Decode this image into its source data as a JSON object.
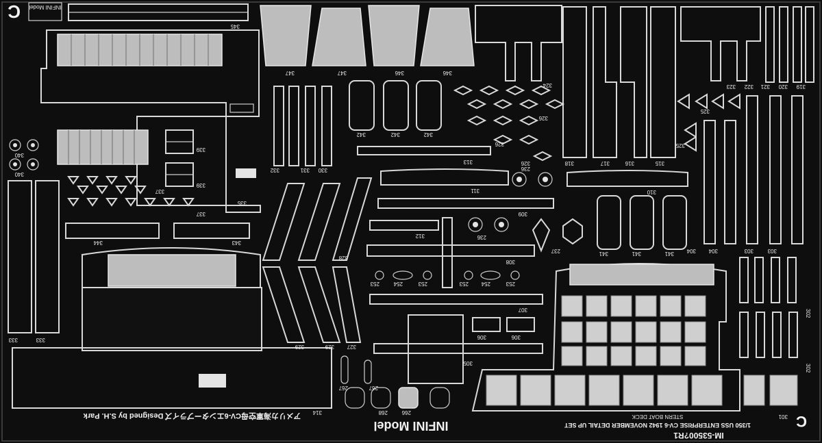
{
  "brand_mark": "C",
  "brand_logo_text": "INFINI Model",
  "designer_credit": "Designed by S.H. Park",
  "japanese_title": "アメリカ海軍空母CV-6エンタープライズ",
  "maker_name": "INFINI Model",
  "product_code": "IM-53500?R1",
  "product_title": "1/350 USS ENTERPRISE CV-6 1942 NOVEMBER DETAIL UP SET",
  "stern_label": "STERN BOAT DECK",
  "part_numbers": {
    "p345": "345",
    "p347a": "347",
    "p347b": "347",
    "p346a": "346",
    "p346b": "346",
    "p340a": "340",
    "p340b": "340",
    "p339a": "339",
    "p339b": "339",
    "p337a": "337",
    "p337b": "337",
    "p335": "335",
    "p344": "344",
    "p343": "343",
    "p333a": "333",
    "p333b": "333",
    "p332": "332",
    "p331": "331",
    "p330": "330",
    "p342a": "342",
    "p342b": "342",
    "p342c": "342",
    "p326a": "326",
    "p326b": "326",
    "p326c": "326",
    "p313": "313",
    "p236a": "236",
    "p236b": "236",
    "p311": "311",
    "p309": "309",
    "p312": "312",
    "p328": "328",
    "p308": "308",
    "p237": "237",
    "p253a": "253",
    "p254a": "254",
    "p253b": "253",
    "p253c": "253",
    "p254b": "254",
    "p253d": "253",
    "p307": "307",
    "p306a": "306",
    "p306b": "306",
    "p305": "305",
    "p329a": "329",
    "p329b": "329",
    "p327": "327",
    "p267a": "267",
    "p267b": "267",
    "p268": "268",
    "p266": "266",
    "p314": "314",
    "p301": "301",
    "p324": "324",
    "p318": "318",
    "p317": "317",
    "p316": "316",
    "p315": "315",
    "p310": "310",
    "p323": "323",
    "p322": "322",
    "p321": "321",
    "p320": "320",
    "p319": "319",
    "p325a": "325",
    "p325b": "325",
    "p341a": "341",
    "p341b": "341",
    "p341c": "341",
    "p304a": "304",
    "p304b": "304",
    "p303a": "303",
    "p303b": "303",
    "p302a": "302",
    "p302b": "302"
  }
}
